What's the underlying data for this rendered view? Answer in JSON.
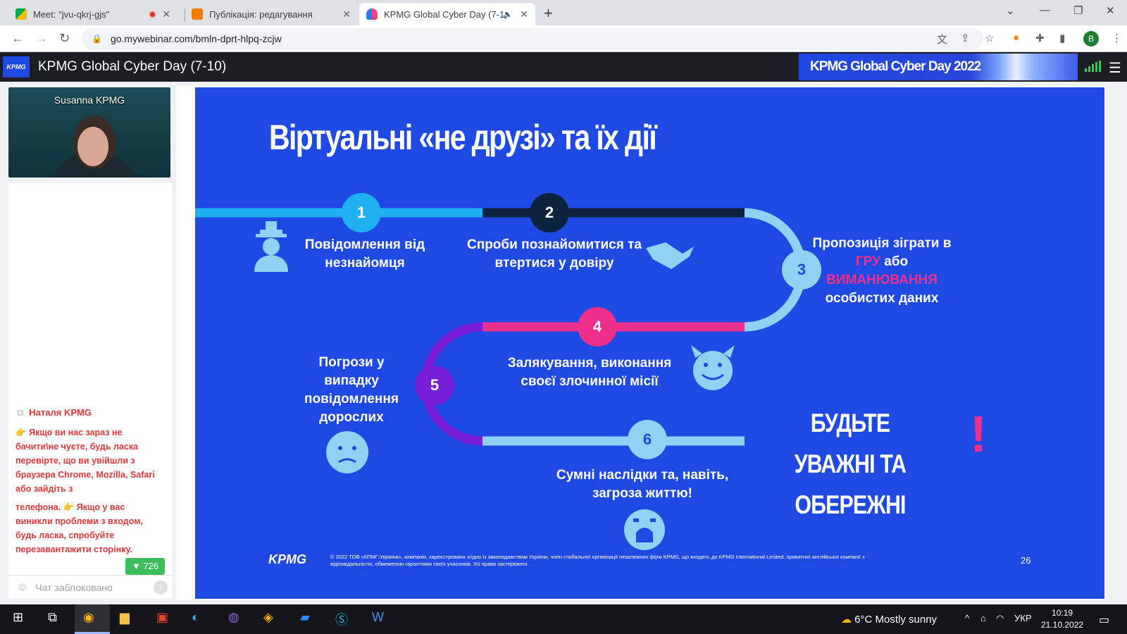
{
  "browser": {
    "tabs": [
      {
        "title": "Meet: \"jvu-qkrj-gjs\"",
        "active": false
      },
      {
        "title": "Публікація: редагування",
        "active": false
      },
      {
        "title": "KPMG Global Cyber Day (7-1",
        "active": true
      }
    ],
    "url": "go.mywebinar.com/bmln-dprt-hlpq-zcjw",
    "profile_initial": "B"
  },
  "webinar": {
    "title": "KPMG Global Cyber Day (7-10)",
    "banner": "KPMG Global Cyber Day 2022",
    "logo": "KPMG",
    "speaker_name": "Susanna KPMG"
  },
  "chat": {
    "author": "Наталя KPMG",
    "message_1": "👉 Якщо ви нас зараз не бачити\\не чуєте, будь ласка перевірте, що ви увійшли з браузера Chrome, Mozilla, Safari або зайдіть з",
    "message_2": "телефона. 👉 Якщо у вас виникли проблеми з входом, будь ласка, спробуйте перезавантажити сторінку.",
    "counter": "▼ 726",
    "input_placeholder": "Чат заблоковано"
  },
  "slide": {
    "title": "Віртуальні «не друзі» та їх дії",
    "steps": [
      {
        "num": "1",
        "text": "Повідомлення від незнайомця"
      },
      {
        "num": "2",
        "text": "Спроби познайомитися та втертися у довіру"
      },
      {
        "num": "3",
        "text_a": "Пропозиція зіграти в",
        "text_pink_1": "ГРУ",
        "text_b": "або",
        "text_pink_2": "ВИМАНЮВАННЯ",
        "text_c": "особистих даних"
      },
      {
        "num": "4",
        "text": "Залякування, виконання своєї злочинної місії"
      },
      {
        "num": "5",
        "text": "Погрози у випадку повідомлення дорослих"
      },
      {
        "num": "6",
        "text": "Сумні наслідки та, навіть, загроза життю!"
      }
    ],
    "warning": "БУДЬТЕ УВАЖНІ ТА ОБЕРЕЖНІ",
    "exclamation": "!",
    "logo": "KPMG",
    "footer": "© 2022 ТОВ «КПМГ-Україна», компанія, зареєстрована згідно із законодавством України, член глобальної організації незалежних фірм KPMG, що входять до KPMG International Limited, приватної англійської компанії з відповідальністю, обмеженою гарантіями своїх учасників. Усі права застережені.",
    "page": "26",
    "colors": {
      "bg": "#1e49e2",
      "cyan": "#1fb1ef",
      "navy": "#0c233d",
      "light": "#8fd2f4",
      "pink": "#ef2f8c",
      "purple": "#7a1fd8"
    }
  },
  "taskbar": {
    "weather": "6°C  Mostly sunny",
    "lang": "УКР",
    "time": "10:19",
    "date": "21.10.2022"
  }
}
